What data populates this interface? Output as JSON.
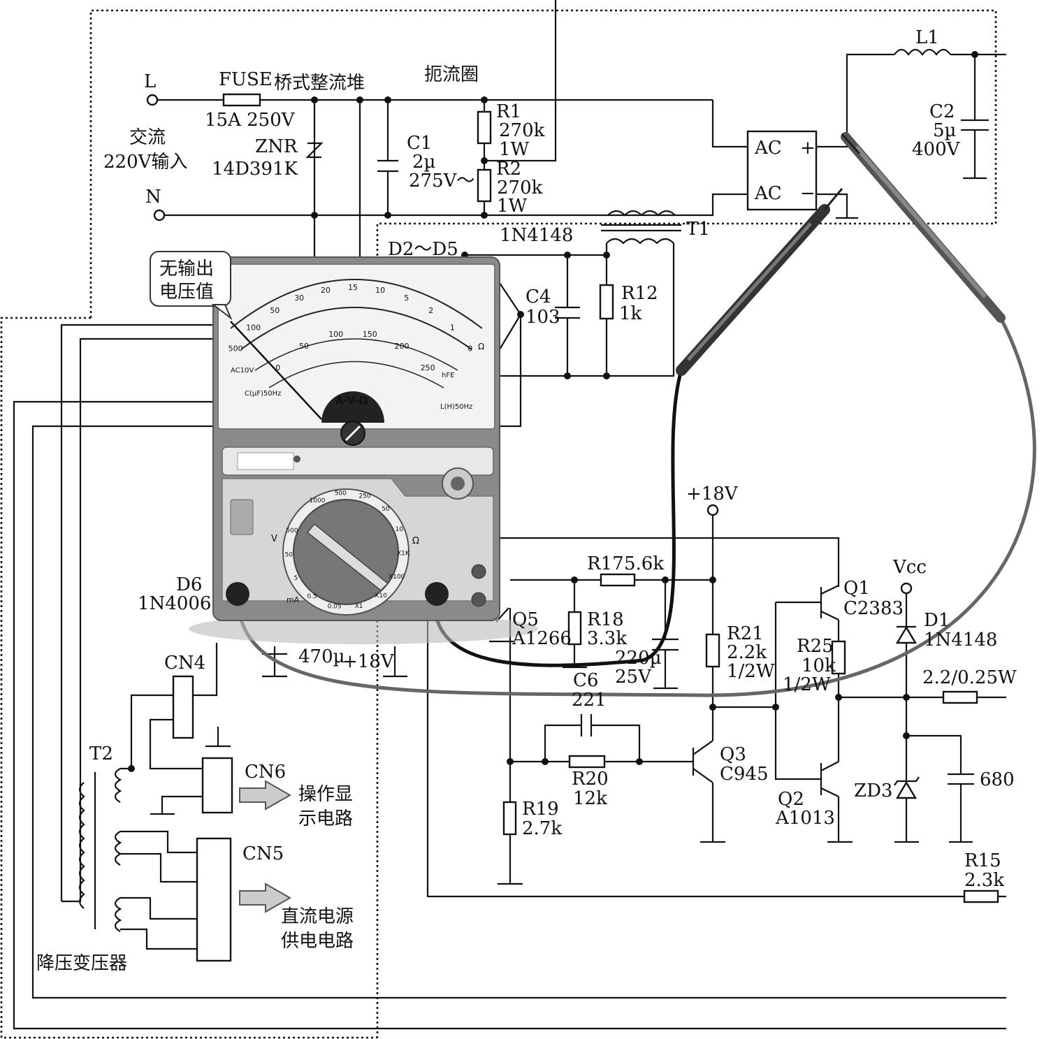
{
  "input": {
    "l": "L",
    "n": "N",
    "ac_label": "交流\n220V输入"
  },
  "fuse": {
    "name": "FUSE",
    "rating": "15A 250V"
  },
  "bridge_label": "桥式整流堆",
  "choke_label": "扼流圈",
  "znr": {
    "name": "ZNR",
    "value": "14D391K"
  },
  "c1": {
    "name": "C1",
    "value": "2µ",
    "rating": "275V～"
  },
  "r1": {
    "name": "R1",
    "value": "270k",
    "power": "1W"
  },
  "r2": {
    "name": "R2",
    "value": "270k",
    "power": "1W"
  },
  "bridge": {
    "ac1": "AC",
    "ac2": "AC",
    "plus": "+",
    "minus": "−"
  },
  "l1": "L1",
  "c2": {
    "name": "C2",
    "value": "5µ",
    "rating": "400V"
  },
  "diodes": {
    "name": "D2～D5",
    "part": "1N4148"
  },
  "t1": "T1",
  "c4": {
    "name": "C4",
    "value": "103"
  },
  "r12": {
    "name": "R12",
    "value": "1k"
  },
  "callout": "无输出\n电压值",
  "meter": {
    "scale_label": "A-V-Ω",
    "ac_label": "AC10V",
    "cap_label": "C(µF)50Hz",
    "l_label": "L(H)50Hz",
    "hfe_label": "hFE",
    "ohm_symbol": "Ω",
    "v_symbol": "V",
    "ma_symbol": "mA",
    "ohm_scale": [
      "500",
      "100",
      "50",
      "30",
      "20",
      "15",
      "10",
      "5",
      "2",
      "1",
      "0"
    ],
    "dcv_scale": [
      "0",
      "50",
      "100",
      "150",
      "200",
      "250"
    ],
    "dial_ranges": [
      "1000",
      "500",
      "250",
      "50",
      "10",
      "X1K",
      "X100",
      "X10",
      "X1",
      "0.05",
      "0.5",
      "5",
      "50",
      "500"
    ]
  },
  "plus18": "+18V",
  "r17": {
    "name": "R17",
    "value": "5.6k"
  },
  "r18": {
    "name": "R18",
    "value": "3.3k"
  },
  "q5": {
    "name": "Q5",
    "part": "A1266"
  },
  "c5": {
    "value": "220µ",
    "rating": "25V"
  },
  "r21": {
    "name": "R21",
    "value": "2.2k",
    "power": "1/2W"
  },
  "q1": {
    "name": "Q1",
    "part": "C2383"
  },
  "r25": {
    "name": "R25",
    "value": "10k",
    "power": "1/2W"
  },
  "vcc": "Vcc",
  "d1": {
    "name": "D1",
    "part": "1N4148"
  },
  "r_right": "2.2/0.25W",
  "d6": {
    "name": "D6",
    "part": "1N4006"
  },
  "c_left": {
    "value": "470µ",
    "rating": "+18V"
  },
  "c6": {
    "name": "C6",
    "value": "221"
  },
  "r20": {
    "name": "R20",
    "value": "12k"
  },
  "q3": {
    "name": "Q3",
    "part": "C945"
  },
  "q2": {
    "name": "Q2",
    "part": "A1013"
  },
  "zd3": "ZD3",
  "c_right": "680",
  "r19": {
    "name": "R19",
    "value": "2.7k"
  },
  "r15": {
    "name": "R15",
    "value": "2.3k"
  },
  "cn4": "CN4",
  "cn6": "CN6",
  "cn5": "CN5",
  "t2": "T2",
  "out1": "操作显\n示电路",
  "out2": "直流电源\n供电电路",
  "transformer_label": "降压变压器"
}
